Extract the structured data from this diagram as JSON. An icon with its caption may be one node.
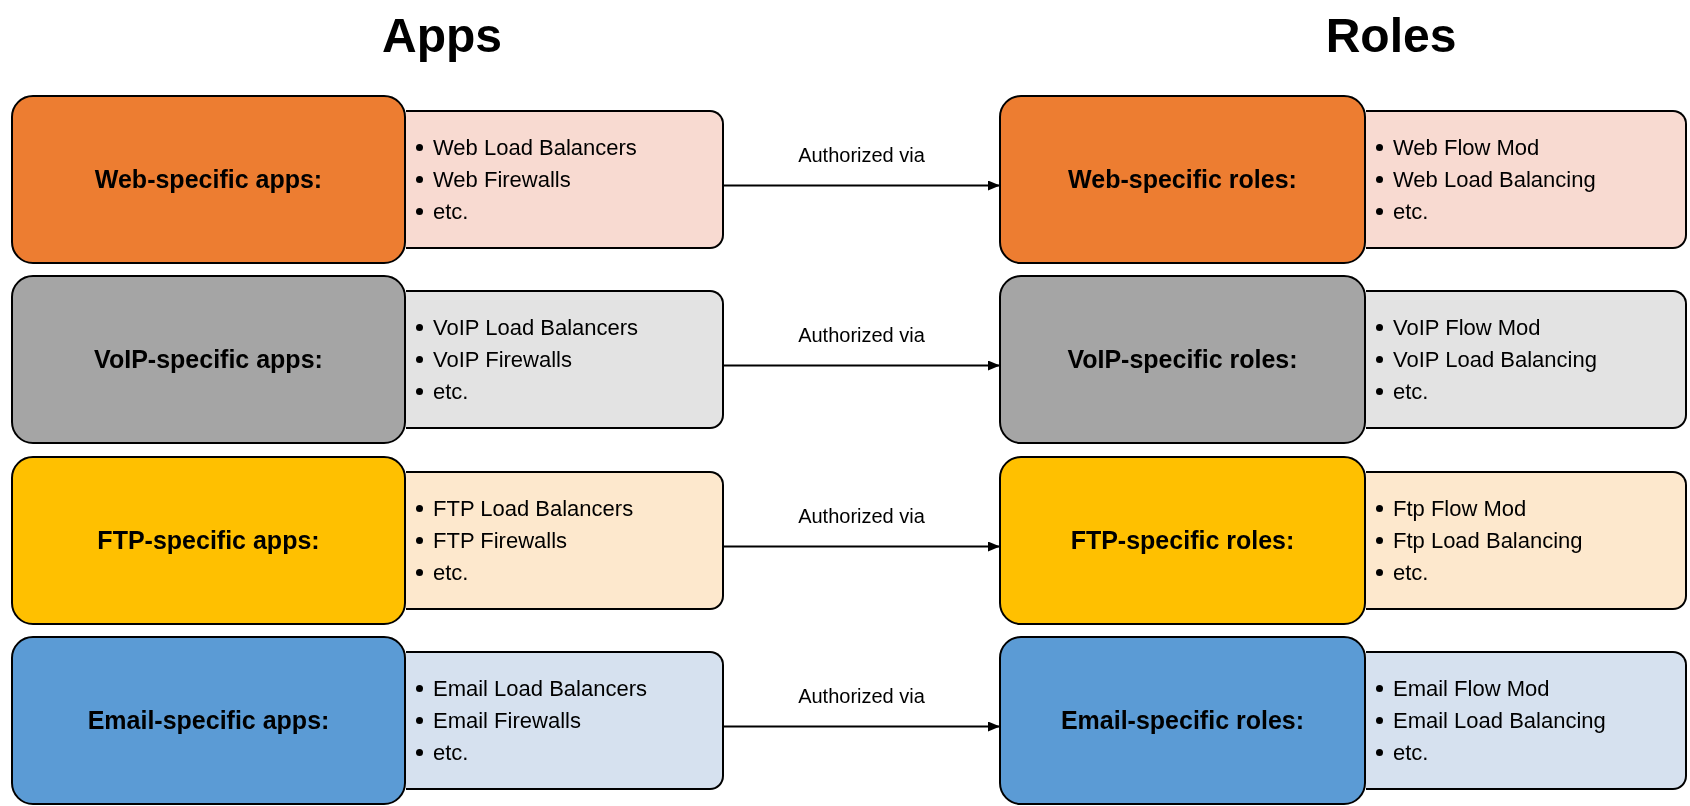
{
  "diagram": {
    "nodes": [
      {
        "text": [
          "Web-specific apps:"
        ]
      },
      {
        "text": [
          "Web Load Balancers",
          "Web Firewalls",
          "etc."
        ]
      },
      {
        "text": [
          "Web-specific roles:"
        ]
      },
      {
        "text": [
          "Web Flow Mod",
          "Web Load Balancing",
          "etc."
        ]
      },
      {
        "text": [
          "VoIP-specific apps:"
        ]
      },
      {
        "text": [
          "VoIP Load Balancers",
          "VoIP Firewalls",
          "etc."
        ]
      },
      {
        "text": [
          "VoIP-specific roles:"
        ]
      },
      {
        "text": [
          "VoIP Flow Mod",
          "VoIP Load Balancing",
          "etc."
        ]
      },
      {
        "text": [
          "FTP-specific apps:"
        ]
      },
      {
        "text": [
          "FTP Load Balancers",
          "FTP Firewalls",
          "etc."
        ]
      },
      {
        "text": [
          "FTP-specific roles:"
        ]
      },
      {
        "text": [
          "Ftp Flow Mod",
          "Ftp Load Balancing",
          "etc."
        ]
      },
      {
        "text": [
          "Email-specific apps:"
        ]
      },
      {
        "text": [
          "Email Load Balancers",
          "Email Firewalls",
          "etc."
        ]
      },
      {
        "text": [
          "Email-specific roles:"
        ]
      },
      {
        "text": [
          "Email Flow Mod",
          "Email Load Balancing",
          "etc."
        ]
      }
    ],
    "edges": [
      {
        "from": 1,
        "to": 2,
        "arrow": "to",
        "label": "Authorized via"
      },
      {
        "from": 5,
        "to": 6,
        "arrow": "to",
        "label": "Authorized via"
      },
      {
        "from": 9,
        "to": 10,
        "arrow": "to",
        "label": "Authorized via"
      },
      {
        "from": 13,
        "to": 14,
        "arrow": "to",
        "label": "Authorized via"
      }
    ],
    "labels": [
      "Apps",
      "Roles"
    ]
  }
}
